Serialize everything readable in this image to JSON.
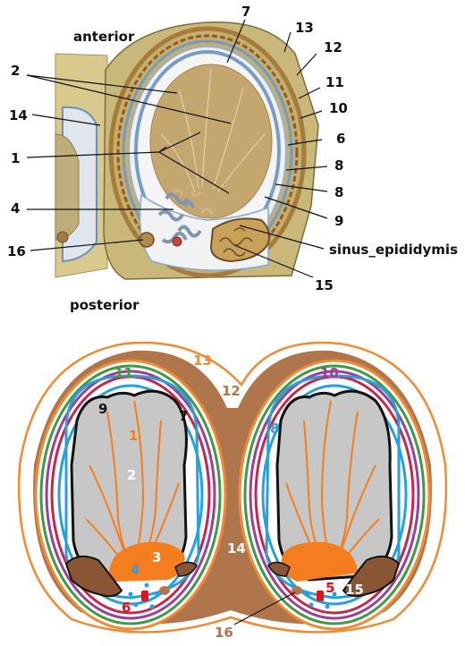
{
  "top_figure": {
    "orientation_labels": {
      "anterior": "anterior",
      "posterior": "posterior"
    },
    "callouts": {
      "n7": "7",
      "n13": "13",
      "n12": "12",
      "n2": "2",
      "n11": "11",
      "n14": "14",
      "n10": "10",
      "n6": "6",
      "n1": "1",
      "n8a": "8",
      "n8b": "8",
      "n4": "4",
      "n9": "9",
      "n16": "16",
      "sinus": "sinus_epididymis",
      "n15": "15"
    }
  },
  "bottom_figure": {
    "labels": {
      "n13": "13",
      "n12": "12",
      "n11": "11",
      "n10": "10",
      "n9": "9",
      "n7": "7",
      "n8": "8",
      "n1": "1",
      "n2": "2",
      "n3": "3",
      "n4": "4",
      "n14": "14",
      "n5": "5",
      "n6": "6",
      "n15": "15",
      "n16": "16"
    },
    "colors": {
      "outer_orange": "#f08a33",
      "septum_brown": "#b0764b",
      "green": "#3f9a46",
      "purple": "#9c3f95",
      "crimson": "#c7254d",
      "blue": "#2aa0db",
      "gray": "#c7c7c7",
      "black_outline": "#111111",
      "orange_fill": "#f47e1f",
      "dark_brown": "#8a5535",
      "red": "#e0141c"
    }
  }
}
